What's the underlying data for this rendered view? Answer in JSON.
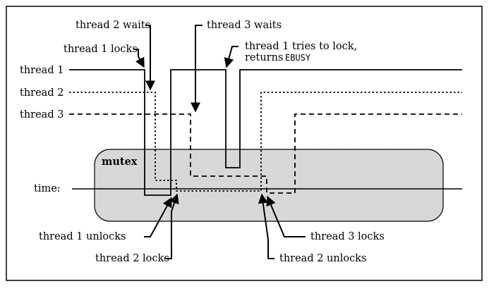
{
  "labels": {
    "thread1": "thread 1",
    "thread2": "thread 2",
    "thread3": "thread 3",
    "time": "time:",
    "mutex": "mutex"
  },
  "annotations": {
    "t2_waits": "thread 2 waits",
    "t1_locks": "thread 1 locks",
    "t3_waits": "thread 3 waits",
    "t1_tries_line1": "thread 1 tries to lock,",
    "t1_tries_returns": "returns",
    "ebusy": "EBUSY",
    "t1_unlocks": "thread 1 unlocks",
    "t2_locks": "thread 2 locks",
    "t3_locks": "thread 3 locks",
    "t2_unlocks": "thread 2 unlocks"
  },
  "colors": {
    "mutex_fill": "#d9d9d9",
    "line": "#000000"
  }
}
